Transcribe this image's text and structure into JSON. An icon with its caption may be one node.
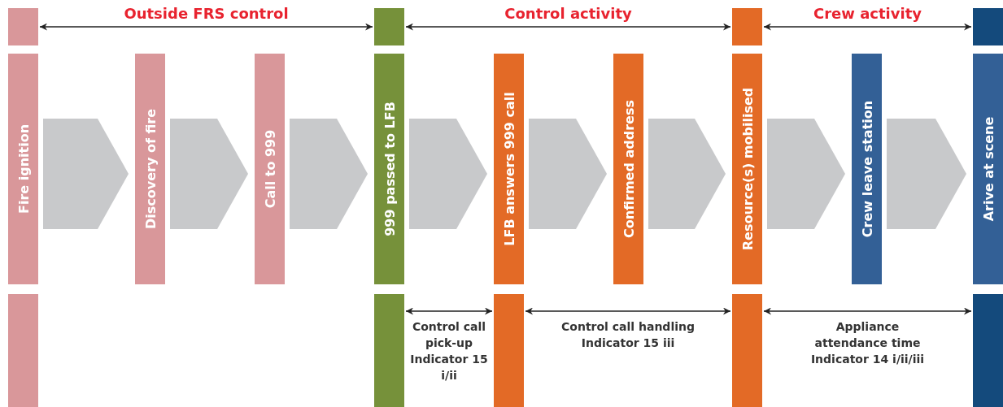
{
  "diagram": {
    "nodes": [
      {
        "text": [],
        "shape": "bar"
      },
      {
        "text": [],
        "shape": "bar"
      },
      {
        "text": [],
        "shape": "bar"
      },
      {
        "text": [],
        "shape": "bar"
      },
      {
        "text": [
          "Fire ignition"
        ]
      },
      {
        "text": [
          "Discovery of fire"
        ]
      },
      {
        "text": [
          "Call to 999"
        ]
      },
      {
        "text": [
          "999 passed to LFB"
        ]
      },
      {
        "text": [
          "LFB answers 999 call"
        ]
      },
      {
        "text": [
          "Confirmed address"
        ]
      },
      {
        "text": [
          "Resource(s) mobilised"
        ]
      },
      {
        "text": [
          "Crew leave station"
        ]
      },
      {
        "text": [
          "Arive at scene"
        ]
      },
      {
        "text": [],
        "shape": "bar"
      },
      {
        "text": [],
        "shape": "bar"
      },
      {
        "text": [],
        "shape": "bar"
      },
      {
        "text": [],
        "shape": "bar"
      },
      {
        "text": [],
        "shape": "bar"
      }
    ],
    "edges": [
      {
        "from": 0,
        "to": 1,
        "arrow": "both",
        "label": "Outside FRS control"
      },
      {
        "from": 1,
        "to": 2,
        "arrow": "both",
        "label": "Control activity"
      },
      {
        "from": 2,
        "to": 3,
        "arrow": "both",
        "label": "Crew activity"
      },
      {
        "from": 4,
        "to": 5,
        "arrow": "to",
        "style": "thick"
      },
      {
        "from": 5,
        "to": 6,
        "arrow": "to",
        "style": "thick"
      },
      {
        "from": 6,
        "to": 7,
        "arrow": "to",
        "style": "thick"
      },
      {
        "from": 7,
        "to": 8,
        "arrow": "to",
        "style": "thick"
      },
      {
        "from": 8,
        "to": 9,
        "arrow": "to",
        "style": "thick"
      },
      {
        "from": 9,
        "to": 10,
        "arrow": "to",
        "style": "thick"
      },
      {
        "from": 10,
        "to": 11,
        "arrow": "to",
        "style": "thick"
      },
      {
        "from": 11,
        "to": 12,
        "arrow": "to",
        "style": "thick"
      },
      {
        "from": 14,
        "to": 15,
        "arrow": "both",
        "label": "Control call pick-up Indicator 15 i/ii"
      },
      {
        "from": 15,
        "to": 16,
        "arrow": "both",
        "label": "Control call handling Indicator 15 iii"
      },
      {
        "from": 16,
        "to": 17,
        "arrow": "both",
        "label": "Appliance attendance time Indicator 14 i/ii/iii"
      }
    ]
  }
}
